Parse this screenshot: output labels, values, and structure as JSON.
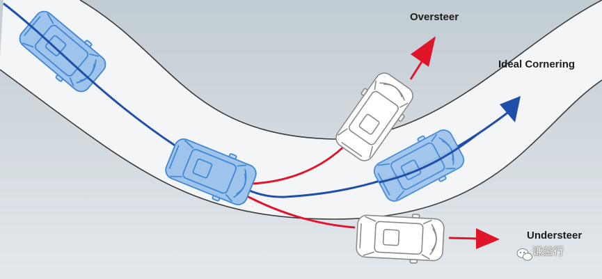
{
  "labels": {
    "oversteer": "Oversteer",
    "ideal": "Ideal Cornering",
    "understeer": "Understeer"
  },
  "watermark": {
    "text": "谦益行",
    "icon": "wechat-icon"
  },
  "colors": {
    "ideal_path": "#1f4fa8",
    "deviation_path": "#e0152a",
    "road": "#f4f5f6",
    "car_blue_fill": "#9fc4ec",
    "car_blue_stroke": "#3f86d6",
    "car_white_fill": "#ffffff",
    "car_white_stroke": "#8a8a8a",
    "background_top": "#c2ccd3",
    "background_bottom": "#e3e8ec"
  }
}
